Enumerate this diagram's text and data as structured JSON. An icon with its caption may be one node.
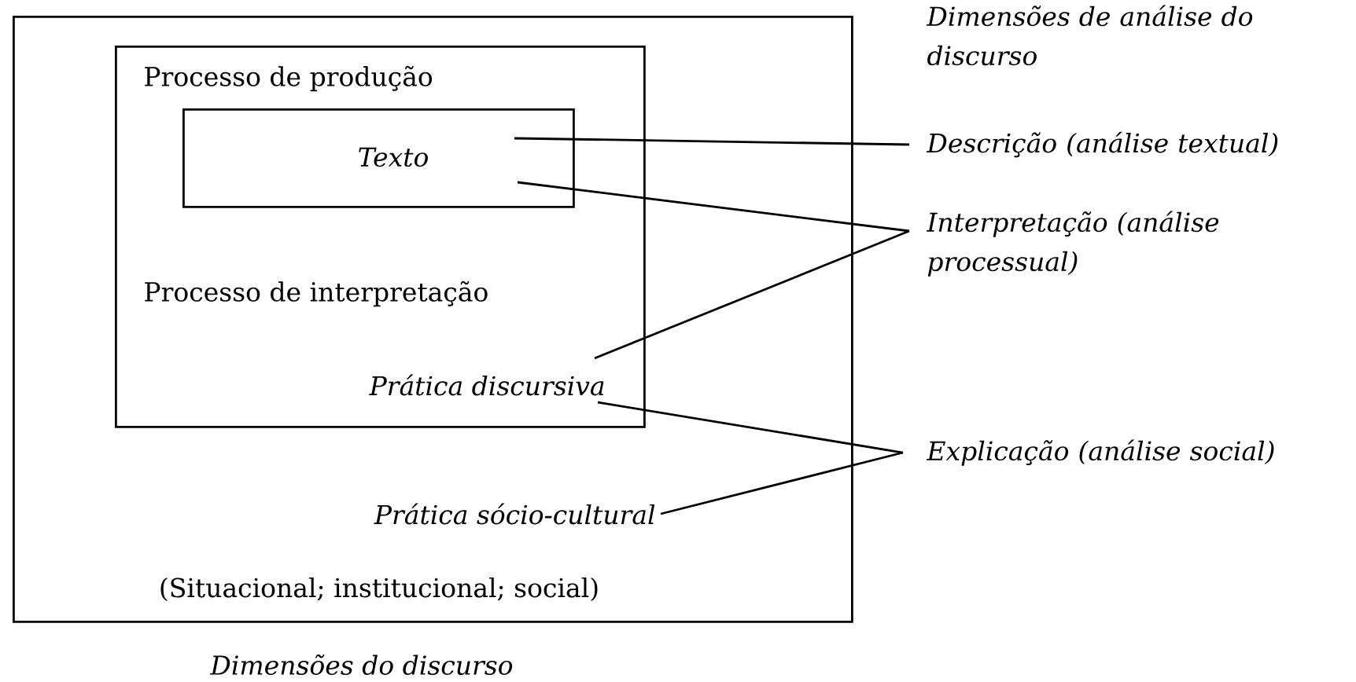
{
  "diagram": {
    "caption": "Dimensões do discurso",
    "nodes": [
      {
        "text": [
          "(Situacional; institucional; social)"
        ]
      },
      {
        "text": [
          "Processo de produção",
          "Processo de interpretação",
          "Prática discursiva"
        ],
        "in": 0
      },
      {
        "text": [
          "Texto"
        ],
        "in": 1
      },
      {
        "text": [
          "Prática sócio-cultural"
        ],
        "in": 0
      },
      {
        "text": [
          "Descrição (análise textual)"
        ]
      },
      {
        "text": [
          "Interpretação (análise processual)"
        ]
      },
      {
        "text": [
          "Explicação (análise social)"
        ]
      }
    ],
    "edges": [
      {
        "from": 2,
        "to": 4,
        "arrow": "none"
      },
      {
        "from": 2,
        "to": 5,
        "arrow": "none"
      },
      {
        "from": 1,
        "to": 5,
        "arrow": "none"
      },
      {
        "from": 1,
        "to": 6,
        "arrow": "none"
      },
      {
        "from": 3,
        "to": 6,
        "arrow": "none"
      }
    ],
    "labels": [
      "Dimensões de análise do discurso"
    ]
  }
}
